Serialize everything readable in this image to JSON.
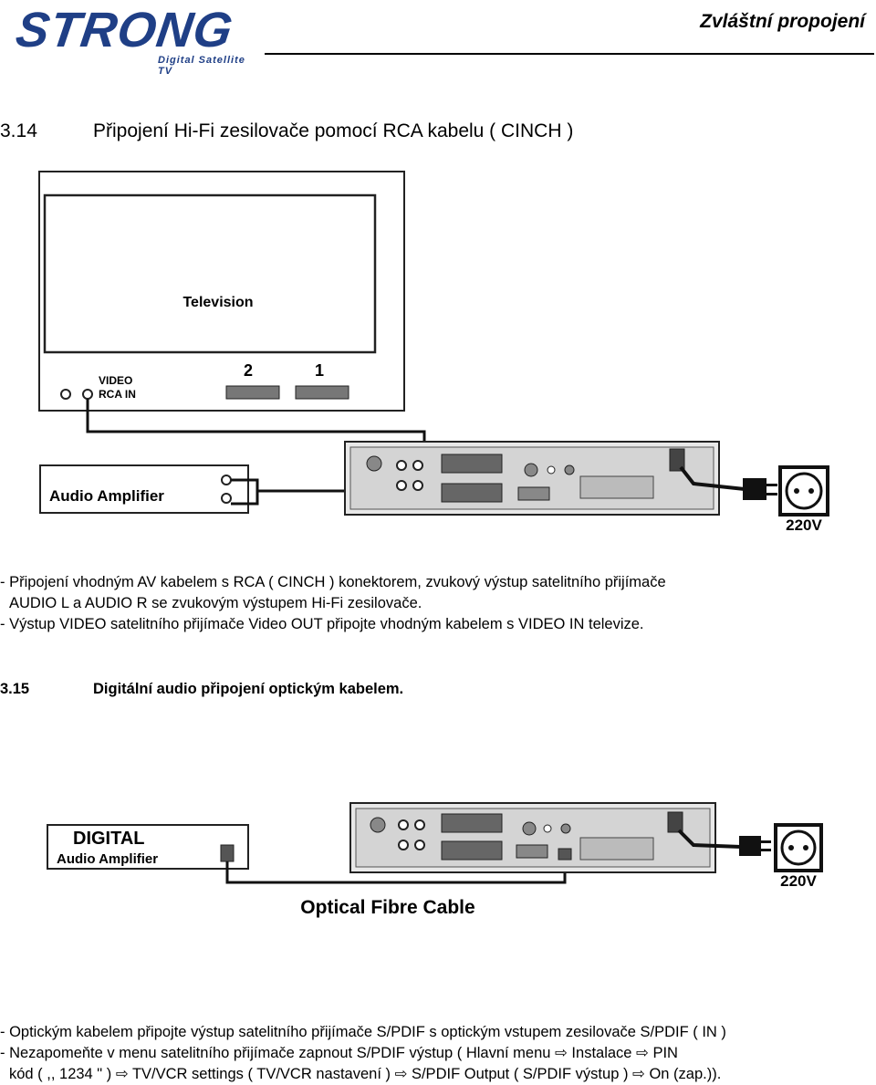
{
  "header": {
    "logo_text": "STRONG",
    "logo_tagline": "Digital Satellite TV",
    "title": "Zvláštní propojení"
  },
  "section_314": {
    "number": "3.14",
    "title": "Připojení Hi-Fi zesilovače pomocí RCA kabelu ( CINCH )",
    "diagram": {
      "tv_label": "Television",
      "video_label_1": "VIDEO",
      "video_label_2": "RCA IN",
      "scart_2": "2",
      "scart_1": "1",
      "amp_label": "Audio Amplifier",
      "power_label": "220V"
    },
    "lines": [
      "- Připojení vhodným AV kabelem s RCA ( CINCH ) konektorem, zvukový výstup satelitního přijímače",
      "AUDIO L a AUDIO R se zvukovým výstupem Hi-Fi zesilovače.",
      "- Výstup VIDEO satelitního přijímače Video OUT připojte vhodným kabelem s VIDEO IN televize."
    ]
  },
  "section_315": {
    "number": "3.15",
    "title": "Digitální audio připojení optickým kabelem.",
    "diagram": {
      "amp_label_1": "DIGITAL",
      "amp_label_2": "Audio Amplifier",
      "cable_label": "Optical Fibre Cable",
      "power_label": "220V"
    },
    "lines": [
      "- Optickým kabelem připojte výstup satelitního přijímače S/PDIF s optickým vstupem zesilovače S/PDIF ( IN )",
      "- Nezapomeňte v menu satelitního přijímače zapnout S/PDIF výstup ( Hlavní menu ⇨ Instalace ⇨ PIN",
      "kód ( ,, 1234 \" ) ⇨ TV/VCR settings ( TV/VCR nastavení ) ⇨ S/PDIF Output ( S/PDIF výstup ) ⇨ On (zap.))."
    ]
  }
}
